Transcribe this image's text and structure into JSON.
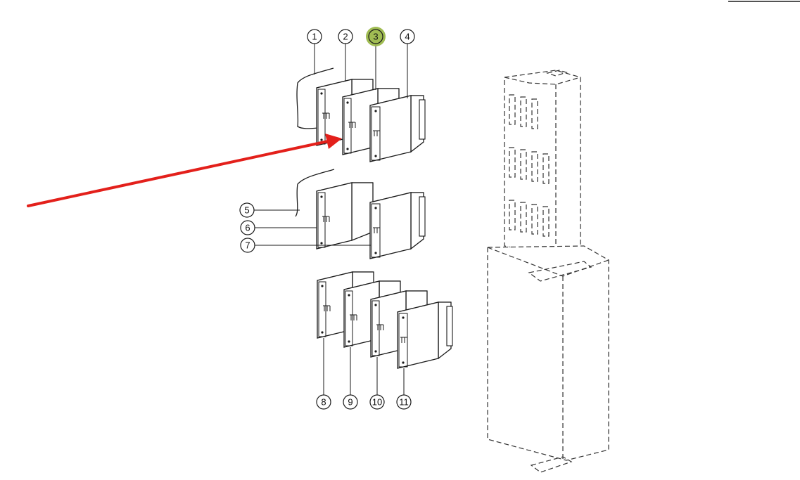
{
  "diagram": {
    "callouts": [
      {
        "label": "1",
        "highlighted": false
      },
      {
        "label": "2",
        "highlighted": false
      },
      {
        "label": "3",
        "highlighted": true
      },
      {
        "label": "4",
        "highlighted": false
      },
      {
        "label": "5",
        "highlighted": false
      },
      {
        "label": "6",
        "highlighted": false
      },
      {
        "label": "7",
        "highlighted": false
      },
      {
        "label": "8",
        "highlighted": false
      },
      {
        "label": "9",
        "highlighted": false
      },
      {
        "label": "10",
        "highlighted": false
      },
      {
        "label": "11",
        "highlighted": false
      }
    ],
    "colors": {
      "highlight": "#9bb84a",
      "arrow": "#e3201b",
      "ink": "#1a1a1a"
    }
  }
}
